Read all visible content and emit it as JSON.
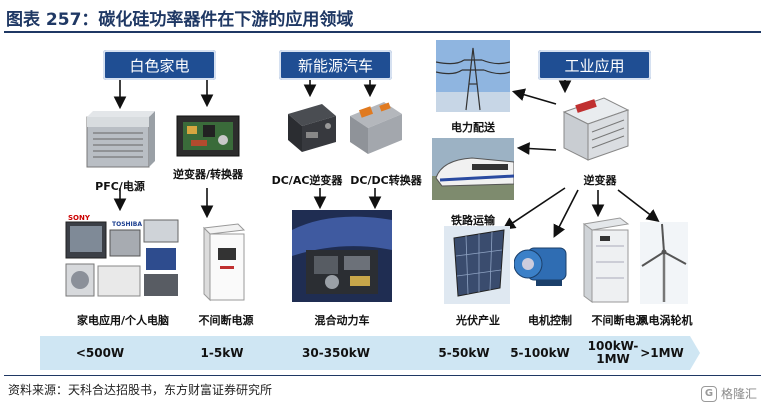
{
  "title": "图表 257：碳化硅功率器件在下游的应用领域",
  "categories": {
    "home": "白色家电",
    "ev": "新能源汽车",
    "industry": "工业应用"
  },
  "labels": {
    "pfc": "PFC/电源",
    "inverter_converter": "逆变器/转换器",
    "dcac": "DC/AC逆变器",
    "dcdc": "DC/DC转换器",
    "power_dist": "电力配送",
    "rail": "铁路运输",
    "inverter": "逆变器",
    "appliances": "家电应用/个人电脑",
    "ups_home": "不间断电源",
    "hybrid": "混合动力车",
    "pv": "光伏产业",
    "motor": "电机控制",
    "ups_ind": "不间断电源",
    "wind": "风电涡轮机"
  },
  "scale": {
    "t1": "<500W",
    "t2": "1-5kW",
    "t3": "30-350kW",
    "t4": "5-50kW",
    "t5": "5-100kW",
    "t6a": "100kW-",
    "t6b": "1MW",
    "t7": ">1MW"
  },
  "source": "资料来源：天科合达招股书，东方财富证券研究所",
  "watermark": "格隆汇",
  "colors": {
    "title": "#1f3864",
    "category_fill": "#1f4e93",
    "band": "#cfe6f3"
  }
}
